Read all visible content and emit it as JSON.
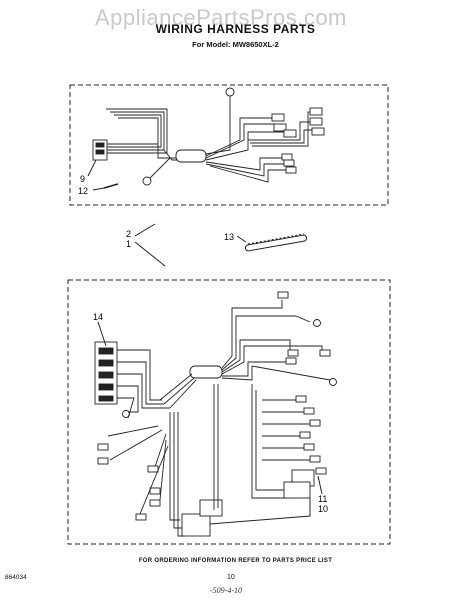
{
  "watermark": "AppliancePartsPros.com",
  "header": {
    "title": "WIRING HARNESS PARTS",
    "subtitle": "For Model: MW8650XL-2"
  },
  "callouts": {
    "c9": "9",
    "c12": "12",
    "c2": "2",
    "c1": "1",
    "c13": "13",
    "c14": "14",
    "c11": "11",
    "c10": "10"
  },
  "footer": {
    "note": "FOR ORDERING INFORMATION REFER TO PARTS PRICE LIST",
    "doc_number": "864034",
    "page_number": "10",
    "handwritten": "-509-4-10"
  }
}
